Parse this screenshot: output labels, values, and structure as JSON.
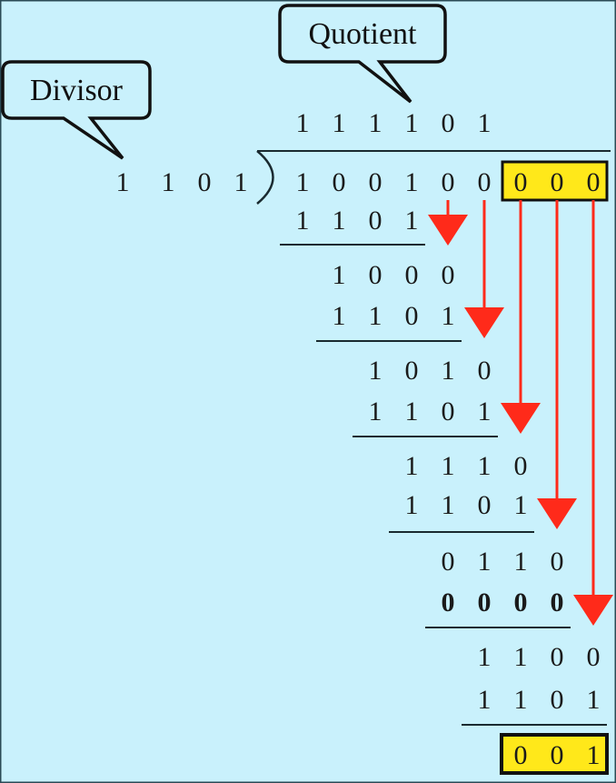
{
  "labels": {
    "divisor": "Divisor",
    "quotient": "Quotient"
  },
  "quotient": "111101",
  "divisor": "1101",
  "dividend": "1001000",
  "appended_zeros": "000",
  "steps": [
    {
      "value": "1001",
      "subtract": "1101",
      "bold": false
    },
    {
      "value": "1000",
      "subtract": "1101",
      "bold": false
    },
    {
      "value": "1010",
      "subtract": "1101",
      "bold": false
    },
    {
      "value": "1110",
      "subtract": "1101",
      "bold": false
    },
    {
      "value": "0110",
      "subtract": "0000",
      "bold": true
    },
    {
      "value": "1100",
      "subtract": "1101",
      "bold": false
    }
  ],
  "remainder": "001",
  "colors": {
    "background": "#c9f1fc",
    "highlight": "#ffe81a",
    "arrow": "#ff2a1a",
    "ink": "#1a1a1a"
  }
}
